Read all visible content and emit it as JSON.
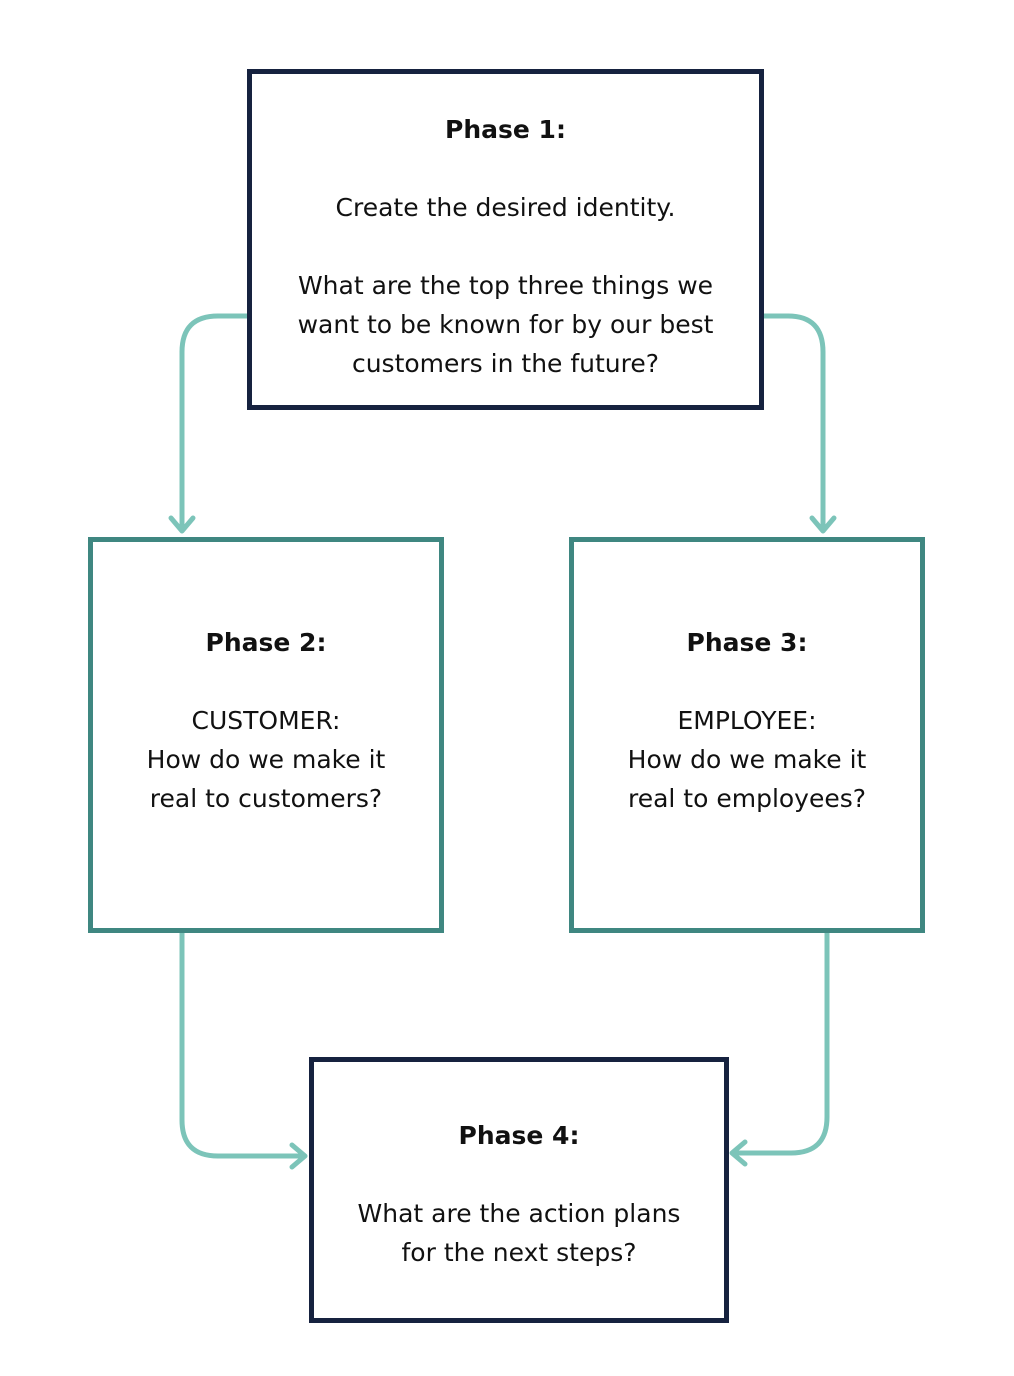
{
  "colors": {
    "navy_border": "#16223f",
    "teal_border": "#3f8781",
    "connector": "#7cc4b9"
  },
  "phase1": {
    "title": "Phase 1:",
    "subtitle": "Create the desired identity.",
    "question": [
      "What are the top three things we",
      "want to be known for by our best",
      "customers in the future?"
    ]
  },
  "phase2": {
    "title": "Phase 2:",
    "label": "CUSTOMER:",
    "question": [
      "How do we make it",
      "real to customers?"
    ]
  },
  "phase3": {
    "title": "Phase 3:",
    "label": "EMPLOYEE:",
    "question": [
      "How do we make it",
      "real to employees?"
    ]
  },
  "phase4": {
    "title": "Phase 4:",
    "question": [
      "What are the action plans",
      "for the next steps?"
    ]
  },
  "connections": [
    {
      "from": "phase1",
      "to": "phase2"
    },
    {
      "from": "phase1",
      "to": "phase3"
    },
    {
      "from": "phase2",
      "to": "phase4"
    },
    {
      "from": "phase3",
      "to": "phase4"
    }
  ]
}
